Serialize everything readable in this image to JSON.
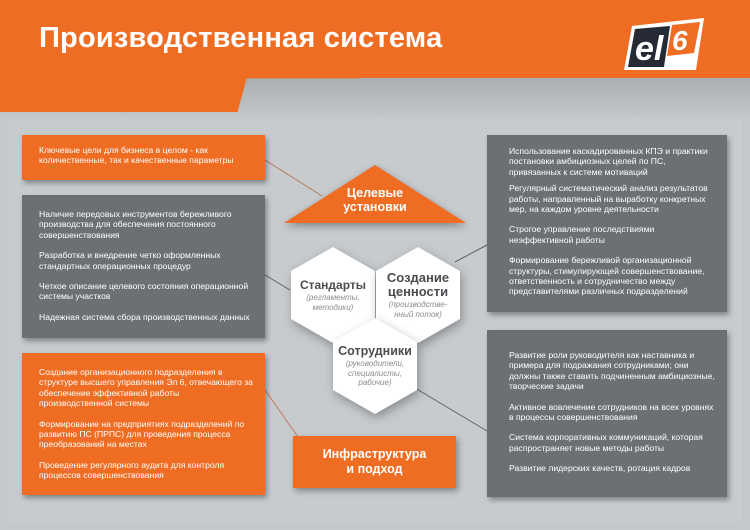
{
  "header": {
    "title": "Производственная система",
    "logo": {
      "text": "el6",
      "icon": "el6-logo"
    }
  },
  "colors": {
    "accent": "#ef6c23",
    "panel_grey": "#6d7073",
    "background": "#c4c8cb",
    "hex_fill": "#ffffff"
  },
  "left_boxes": [
    {
      "color": "orange",
      "items": [
        "Ключевые цели для бизнеса в целом - как количественные, так и качественные параметры"
      ]
    },
    {
      "color": "grey",
      "items": [
        "Наличие передовых инструментов бережливого производства для обеспечения постоянного совершенствования",
        "Разработка и внедрение четко оформленных стандартных операционных процедур",
        "Четкое описание целевого состояния операционной системы участков",
        "Надежная система сбора производственных данных"
      ]
    },
    {
      "color": "orange",
      "items": [
        "Создание организационного подразделения в структуре высшего управления Эл 6, отвечающего за обеспечение эффективной работы производственной системы",
        "Формирование на предприятиях подразделений по развитию ПС (ПРПС) для проведения процесса преобразований на местах",
        "Проведение регулярного аудита для контроля процессов совершенствования"
      ]
    }
  ],
  "right_boxes": [
    {
      "color": "grey",
      "items": [
        "Использование каскадированных КПЭ и практики постановки амбициозных целей по ПС, привязанных к системе мотиваций",
        "Регулярный систематический анализ результатов работы, направленный на выработку конкретных мер, на каждом уровне деятельности",
        "Строгое управление последствиями неэффективной работы",
        "Формирование бережливой организационной структуры, стимулирующей совершенствование, ответственность и сотрудничество между представителями различных подразделений"
      ]
    },
    {
      "color": "grey",
      "items": [
        "Развитие роли руководителя как наставника и примера для подражания сотрудниками; они должны также ставить подчиненным амбициозные, творческие задачи",
        "Активное вовлечение сотрудников на всех уровнях в процессы совершенствования",
        "Система корпоративных коммуникаций, которая распространяет новые методы работы",
        "Развитие лидерских качеств, ротация кадров"
      ]
    }
  ],
  "center": {
    "triangle": {
      "line1": "Целевые",
      "line2": "установки"
    },
    "hexagons": [
      {
        "title": "Стандарты",
        "sub1": "(регламенты,",
        "sub2": "методики)",
        "sub3": ""
      },
      {
        "title": "Создание",
        "title2": "ценности",
        "sub1": "(производстве-",
        "sub2": "нный поток)",
        "sub3": ""
      },
      {
        "title": "Сотрудники",
        "sub1": "(руководители,",
        "sub2": "специалисты,",
        "sub3": "рабочие)"
      }
    ],
    "infrastructure": {
      "line1": "Инфраструктура",
      "line2": "и подход"
    }
  }
}
